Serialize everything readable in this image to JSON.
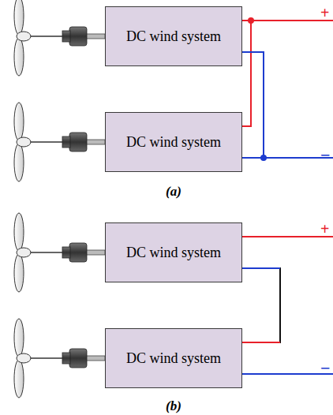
{
  "diagram": {
    "nodes": [
      {
        "text": [
          "DC wind system"
        ]
      },
      {
        "text": [
          "DC wind system"
        ]
      },
      {
        "text": [
          "DC wind system"
        ]
      },
      {
        "text": [
          "DC wind system"
        ]
      }
    ],
    "edges": [
      {
        "from": 0,
        "to": 1,
        "arrow": "none"
      },
      {
        "from": 0,
        "to": 1,
        "arrow": "none"
      },
      {
        "from": 2,
        "to": 3,
        "arrow": "none"
      }
    ],
    "labels": [
      "+",
      "−",
      "(a)",
      "+",
      "−",
      "(b)"
    ]
  }
}
